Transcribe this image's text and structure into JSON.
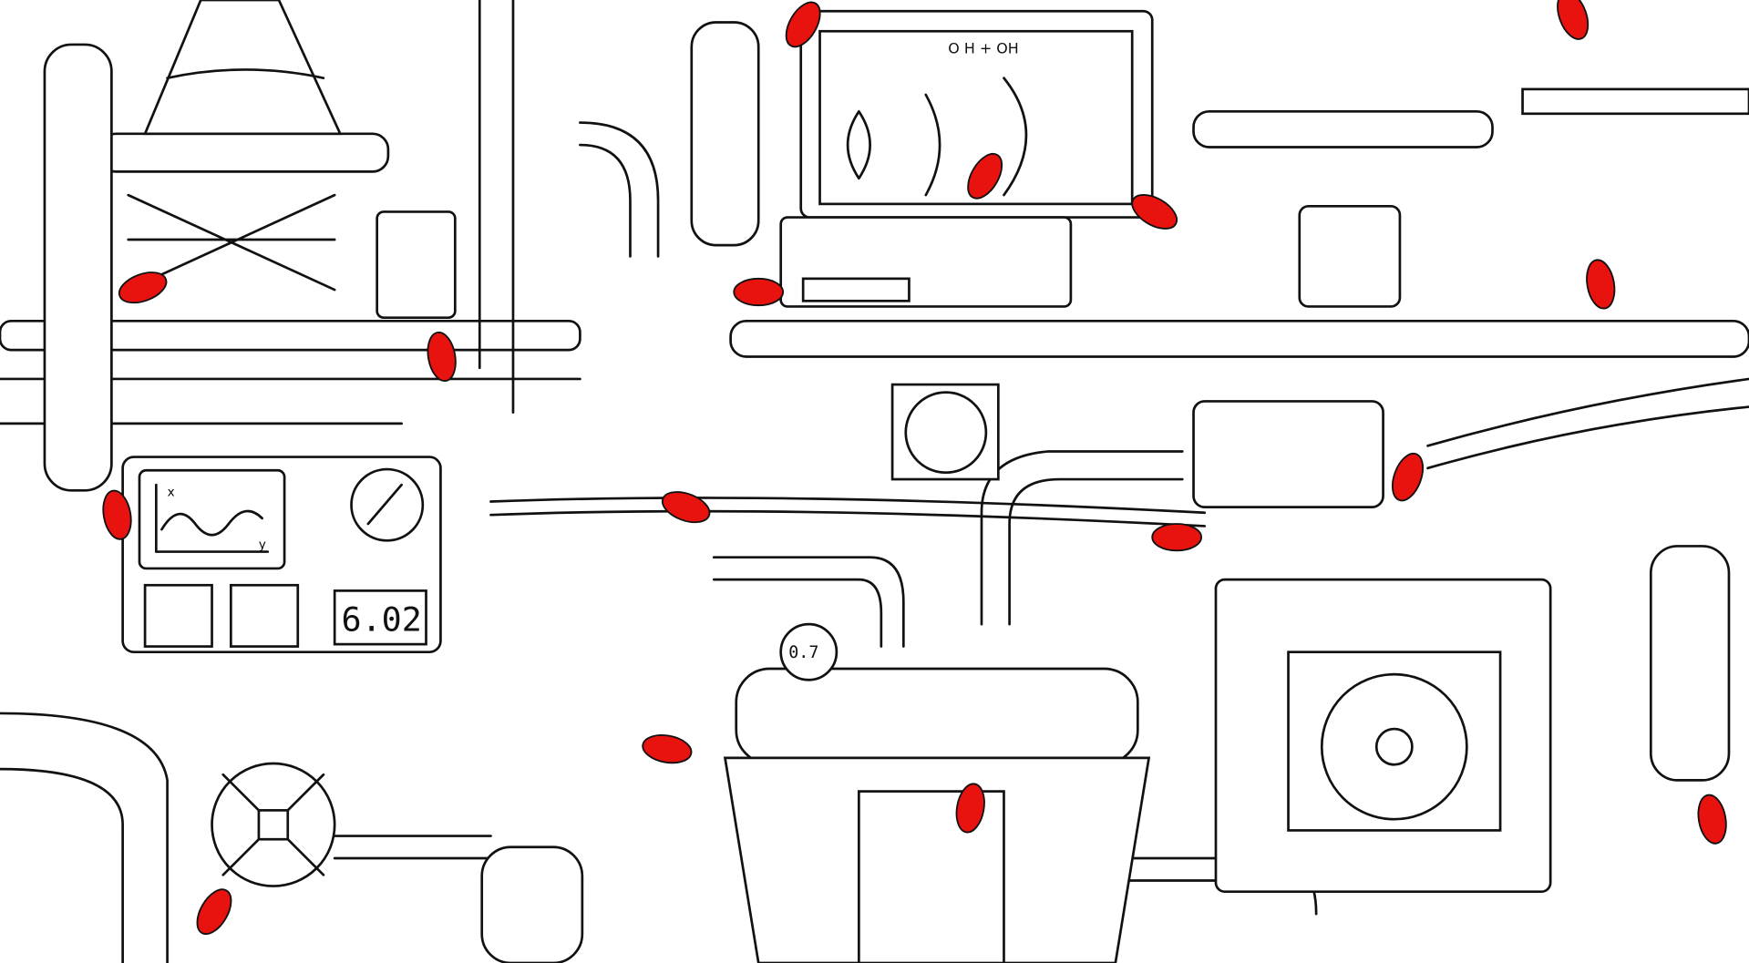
{
  "scene": {
    "digital_display": "6.02",
    "small_gauge": "0.7",
    "chart_axis_x": "x",
    "chart_axis_y": "y",
    "screen_formula": "O H + OH",
    "mouse_color": "#e8130f"
  }
}
